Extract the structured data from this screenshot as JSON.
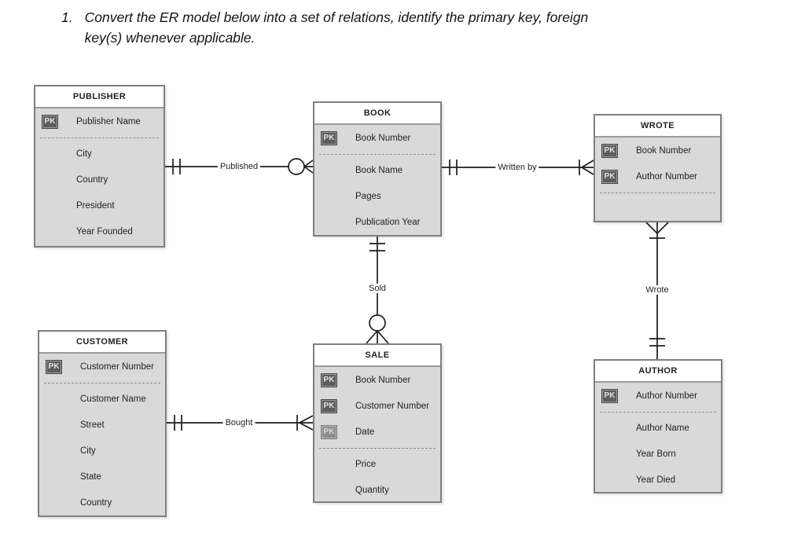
{
  "heading": {
    "number": "1.",
    "lines": [
      "Convert the ER model below into a set of relations, identify the primary key, foreign",
      "key(s) whenever applicable."
    ]
  },
  "pk_label": "PK",
  "colors": {
    "entity_body": "#d9d9d9",
    "entity_border": "#7f7f7f",
    "pk_badge_bg": "#5c5c5c",
    "line": "#1c1c1c"
  },
  "entities": [
    {
      "title": "PUBLISHER",
      "rows": [
        {
          "label": "Publisher Name",
          "pk": true
        },
        {
          "label": "City",
          "pk": false
        },
        {
          "label": "Country",
          "pk": false
        },
        {
          "label": "President",
          "pk": false
        },
        {
          "label": "Year Founded",
          "pk": false
        }
      ]
    },
    {
      "title": "BOOK",
      "rows": [
        {
          "label": "Book Number",
          "pk": true
        },
        {
          "label": "Book Name",
          "pk": false
        },
        {
          "label": "Pages",
          "pk": false
        },
        {
          "label": "Publication Year",
          "pk": false
        }
      ]
    },
    {
      "title": "WROTE",
      "rows": [
        {
          "label": "Book Number",
          "pk": true
        },
        {
          "label": "Author Number",
          "pk": true
        }
      ]
    },
    {
      "title": "CUSTOMER",
      "rows": [
        {
          "label": "Customer Number",
          "pk": true
        },
        {
          "label": "Customer Name",
          "pk": false
        },
        {
          "label": "Street",
          "pk": false
        },
        {
          "label": "City",
          "pk": false
        },
        {
          "label": "State",
          "pk": false
        },
        {
          "label": "Country",
          "pk": false
        }
      ]
    },
    {
      "title": "SALE",
      "rows": [
        {
          "label": "Book Number",
          "pk": true
        },
        {
          "label": "Customer Number",
          "pk": true
        },
        {
          "label": "Date",
          "pk": true
        },
        {
          "label": "Price",
          "pk": false
        },
        {
          "label": "Quantity",
          "pk": false
        }
      ]
    },
    {
      "title": "AUTHOR",
      "rows": [
        {
          "label": "Author Number",
          "pk": true
        },
        {
          "label": "Author Name",
          "pk": false
        },
        {
          "label": "Year Born",
          "pk": false
        },
        {
          "label": "Year Died",
          "pk": false
        }
      ]
    }
  ],
  "relationships": [
    {
      "name": "Published",
      "from": "PUBLISHER",
      "to": "BOOK",
      "from_cardinality": "one and only one",
      "to_cardinality": "zero or many"
    },
    {
      "name": "Written by",
      "from": "BOOK",
      "to": "WROTE",
      "from_cardinality": "one and only one",
      "to_cardinality": "one or many"
    },
    {
      "name": "Sold",
      "from": "BOOK",
      "to": "SALE",
      "from_cardinality": "one and only one",
      "to_cardinality": "zero or many"
    },
    {
      "name": "Wrote",
      "from": "WROTE",
      "to": "AUTHOR",
      "from_cardinality": "one or many",
      "to_cardinality": "one and only one"
    },
    {
      "name": "Bought",
      "from": "CUSTOMER",
      "to": "SALE",
      "from_cardinality": "one and only one",
      "to_cardinality": "one or many"
    }
  ]
}
